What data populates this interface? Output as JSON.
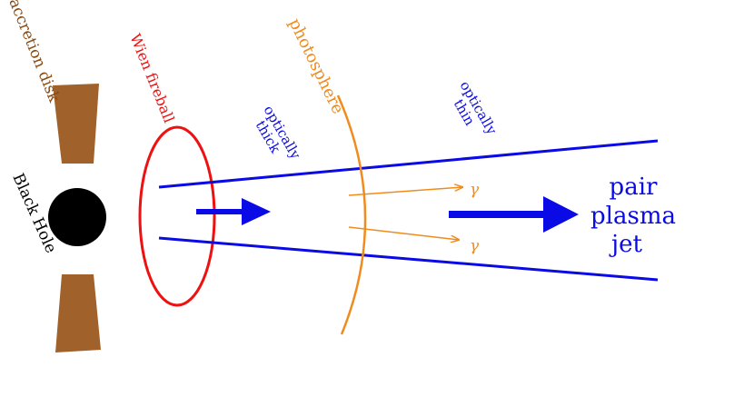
{
  "labels": {
    "accretion_disk": "accretion disk",
    "black_hole": "Black Hole",
    "wien_fireball": "Wien fireball",
    "photosphere": "photosphere",
    "optically_thick_line1": "optically",
    "optically_thick_line2": "thick",
    "optically_thin_line1": "optically",
    "optically_thin_line2": "thin",
    "gamma_upper": "γ",
    "gamma_lower": "γ",
    "jet_line1": "pair",
    "jet_line2": "plasma",
    "jet_line3": "jet"
  },
  "colors": {
    "disk": "#a0622a",
    "black_hole": "#000000",
    "fireball": "#ee1111",
    "photosphere": "#f08c1e",
    "jet": "#0a0ae6",
    "disk_label": "#8a4a12",
    "text_dark": "#000000"
  }
}
